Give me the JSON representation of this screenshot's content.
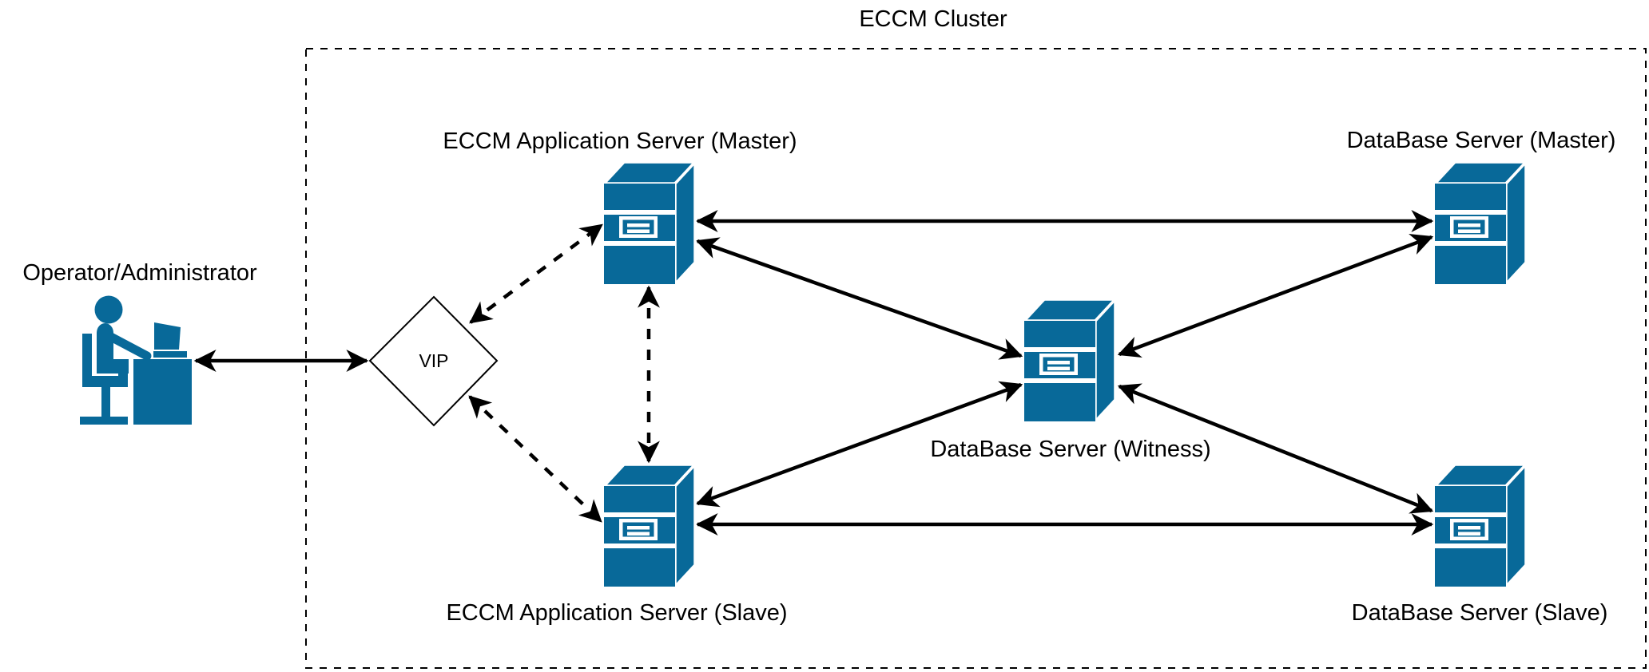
{
  "diagram_title": "ECCM Cluster",
  "colors": {
    "node_fill": "#086999",
    "line": "#000000",
    "background": "#ffffff",
    "text": "#000000"
  },
  "actor": {
    "id": "operator",
    "label": "Operator/Administrator"
  },
  "vip": {
    "id": "vip",
    "label": "VIP",
    "shape": "diamond"
  },
  "nodes": [
    {
      "id": "eccm-app-master",
      "label": "ECCM Application Server (Master)",
      "icon": "server-3d-icon"
    },
    {
      "id": "eccm-app-slave",
      "label": "ECCM Application Server (Slave)",
      "icon": "server-3d-icon"
    },
    {
      "id": "db-witness",
      "label": "DataBase Server (Witness)",
      "icon": "server-3d-icon"
    },
    {
      "id": "db-master",
      "label": "DataBase Server (Master)",
      "icon": "server-3d-icon"
    },
    {
      "id": "db-slave",
      "label": "DataBase Server (Slave)",
      "icon": "server-3d-icon"
    }
  ],
  "edges": [
    {
      "from": "operator",
      "to": "vip",
      "style": "solid",
      "bidirectional": true
    },
    {
      "from": "vip",
      "to": "eccm-app-master",
      "style": "dashed",
      "bidirectional": true
    },
    {
      "from": "vip",
      "to": "eccm-app-slave",
      "style": "dashed",
      "bidirectional": true
    },
    {
      "from": "eccm-app-master",
      "to": "eccm-app-slave",
      "style": "dashed",
      "bidirectional": true
    },
    {
      "from": "eccm-app-master",
      "to": "db-master",
      "style": "solid",
      "bidirectional": true
    },
    {
      "from": "eccm-app-master",
      "to": "db-witness",
      "style": "solid",
      "bidirectional": true
    },
    {
      "from": "eccm-app-slave",
      "to": "db-slave",
      "style": "solid",
      "bidirectional": true
    },
    {
      "from": "eccm-app-slave",
      "to": "db-witness",
      "style": "solid",
      "bidirectional": true
    },
    {
      "from": "db-master",
      "to": "db-witness",
      "style": "solid",
      "bidirectional": true
    },
    {
      "from": "db-slave",
      "to": "db-witness",
      "style": "solid",
      "bidirectional": true
    }
  ]
}
